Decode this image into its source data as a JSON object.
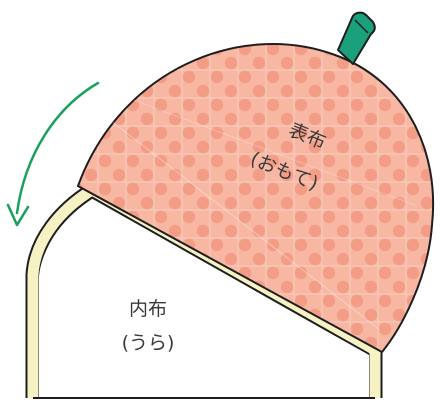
{
  "diagram": {
    "outer_fabric_label": "表布",
    "outer_fabric_sublabel": "(おもて)",
    "inner_fabric_label": "内布",
    "inner_fabric_sublabel": "(うら)",
    "colors": {
      "outer_fabric": "#f7b7a3",
      "outer_fabric_dots": "#f39c86",
      "outer_fabric_grid": "#fbd3c6",
      "inner_fabric_border": "#f7f2c4",
      "outline": "#1e1e1e",
      "tab": "#1aa07a",
      "arrow": "#19a05a"
    },
    "icons": {
      "fold_arrow": "curved-arrow-down-left-icon",
      "hanging_tab": "fabric-loop-tab-icon"
    }
  }
}
